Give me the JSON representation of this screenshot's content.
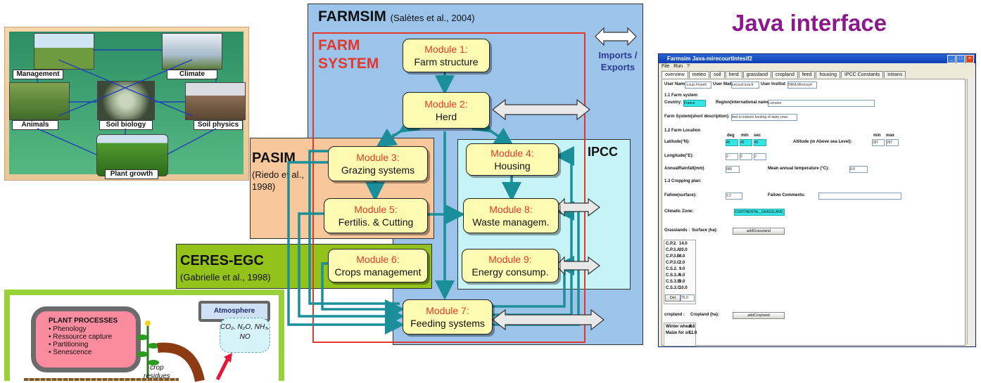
{
  "java_title": "Java interface",
  "farmsim": {
    "title": "FARMSIM",
    "ref": "(Salètes et al., 2004)"
  },
  "farm_system": {
    "line1": "FARM",
    "line2": "SYSTEM"
  },
  "imports_exports": {
    "line1": "Imports /",
    "line2": "Exports"
  },
  "pasim": {
    "title": "PASIM",
    "ref": "(Riedo et al., 1998)"
  },
  "ceres": {
    "title": "CERES-EGC",
    "ref": "(Gabrielle et al., 1998)"
  },
  "ipcc": {
    "title": "IPCC"
  },
  "modules": [
    {
      "name": "Module 1:",
      "desc": "Farm structure"
    },
    {
      "name": "Module 2:",
      "desc": "Herd"
    },
    {
      "name": "Module 3:",
      "desc": "Grazing systems"
    },
    {
      "name": "Module 4:",
      "desc": "Housing"
    },
    {
      "name": "Module 5:",
      "desc": "Fertilis. & Cutting"
    },
    {
      "name": "Module 8:",
      "desc": "Waste managem."
    },
    {
      "name": "Module 6:",
      "desc": "Crops management"
    },
    {
      "name": "Module 9:",
      "desc": "Energy consump."
    },
    {
      "name": "Module 7:",
      "desc": "Feeding systems"
    }
  ],
  "illustration_top": {
    "management": "Management",
    "climate": "Climate",
    "animals": "Animals",
    "soil_biology": "Soil biology",
    "soil_physics": "Soil physics",
    "plant_growth": "Plant growth"
  },
  "illustration_bottom": {
    "plant_processes": "PLANT PROCESSES",
    "items": [
      "Phenology",
      "Ressource capture",
      "Partitioning",
      "Senescence"
    ],
    "atmosphere": "Atmosphere",
    "gases": "CO₂, N₂O, NH₃, NO",
    "crop_residues_1": "crop",
    "crop_residues_2": "residues"
  },
  "java": {
    "window_title": "Farmsim Java-mirecourtIntesif2",
    "menu": "File Run ?",
    "tabs": [
      "overview",
      "meteo",
      "soil",
      "herd",
      "grassland",
      "cropland",
      "feed",
      "housing",
      "IPCC Constants",
      "intrans"
    ],
    "user_name_label": "User Name",
    "user_name_value": "-Louis Fiorelli",
    "user_mail_label": "User Mail",
    "user_mail_value": "irecourt.inra.fr",
    "user_institut_label": "User Institut",
    "user_institut_value": "INRA Mirecourt",
    "s11": "1.1 Farm system",
    "country_label": "Country:",
    "country_value": "France",
    "region_label": "Region(international name):",
    "region_value": "Lorraine",
    "farm_desc_label": "Farm System(short description):",
    "farm_desc_value": "lted to indoors feeding of dairy cows",
    "s12": "1.2 Farm Location",
    "deg": "deg",
    "min": "min",
    "sec": "sec",
    "min2": "min",
    "max": "max",
    "lat_label": "Latitude(°N):",
    "lat_values": [
      "45",
      "45",
      "45"
    ],
    "alt_label": "Altitude (m Above sea Level):",
    "alt_values": [
      "287",
      "287"
    ],
    "lon_label": "Longitude(°E):",
    "lon_values": [
      "2",
      "2",
      "2"
    ],
    "rain_label": "AnnualRainfall(mm)",
    "rain_value": "885",
    "temp_label": "Mean annual temperature (°C):",
    "temp_value": "8.8",
    "s13": "1.3 Cropping plan:",
    "fallow_label": "Fallow(surface):",
    "fallow_value": "3.2",
    "fallow_comments_label": "Fallow Comments:",
    "fallow_comments_value": "-",
    "climatic_label": "Climatic Zone:",
    "climatic_value": "CONTINENTAL_GRASSLAND_...",
    "grass_label": "Grasslands :",
    "grass_surface_label": "Surface (ha):",
    "add_grassland": "addGrassland",
    "grass_rows": [
      [
        "C.P.2.",
        "14.0"
      ],
      [
        "C.P.3.A",
        "20.0"
      ],
      [
        "C.P.3.B",
        "4.0"
      ],
      [
        "C.P.3.C",
        "2.0"
      ],
      [
        "C.S.2.",
        "9.0"
      ],
      [
        "C.S.3.A",
        "6.0"
      ],
      [
        "C.S.3.B",
        "9.0"
      ],
      [
        "C.S.3.C",
        "10.0"
      ]
    ],
    "del_label": "Del",
    "grass_total": "76.0",
    "crop_label": "cropland :",
    "crop_surface_label": "Cropland (ha):",
    "add_cropland": "addCropland",
    "crop_rows": [
      [
        "Winter wheat",
        "9.8"
      ],
      [
        "Maize for sil...",
        "11.0"
      ]
    ]
  }
}
